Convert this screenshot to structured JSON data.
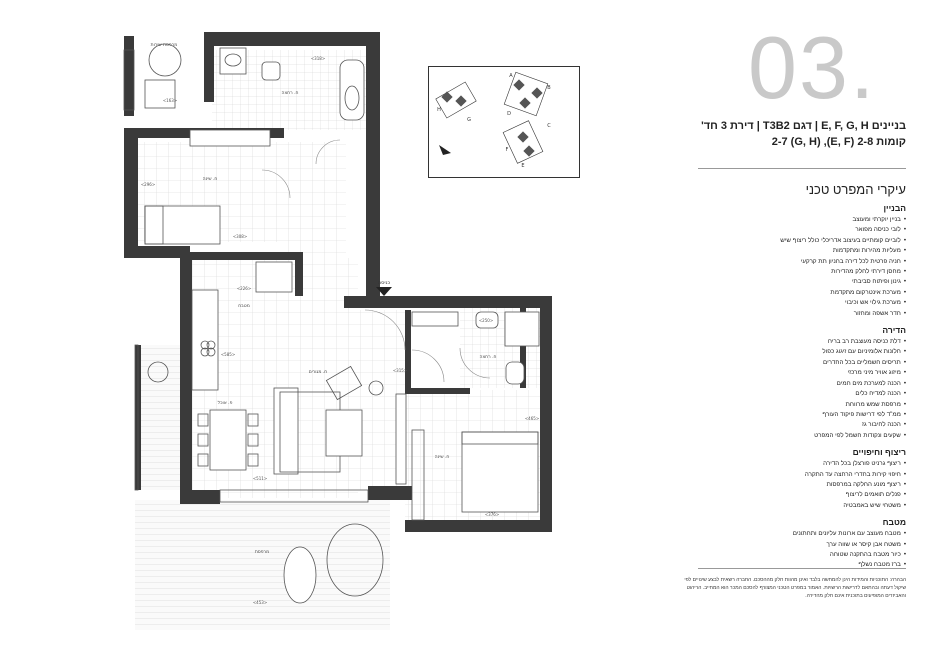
{
  "plan_number": "03.",
  "header": {
    "line1": "בניינים E, F, G, H | דגם T3B2 | דירת 3 חד'",
    "line2": "קומות 2-8 (E, F), 2-7 (G, H)"
  },
  "keymap": {
    "building_labels": [
      "A",
      "B",
      "C",
      "D",
      "E",
      "F",
      "G",
      "H"
    ]
  },
  "plan_labels": {
    "entrance": "כניסה",
    "service_balcony": "מרפסת שירות",
    "bathroom": "ח. רחצה",
    "bedroom": "ח. שינה",
    "kitchen": "מטבח",
    "living": "ח. מגורים",
    "dining": "פ. אוכל",
    "parents_bath": "ח. רחצה",
    "master": "ח. שינה",
    "balcony": "מרפסת",
    "dims": [
      "<163>",
      "<318>",
      "<308>",
      "<296>",
      "<226>",
      "<585>",
      "<511>",
      "<453>",
      "<376>",
      "<315>",
      "<465>",
      "<250>"
    ]
  },
  "spec": {
    "title": "עיקרי המפרט טכני",
    "sections": [
      {
        "heading": "הבניין",
        "items": [
          "בניין יוקרתי ומעוצב",
          "לובי כניסה מפואר",
          "לוביים קומתיים בעיצוב אדריכלי כולל ריצוף שיש",
          "מעליות מהירות ומתקדמות",
          "חניה פרטית לכל דירה בחניון תת קרקעי",
          "מחסן דירתי לחלק מהדירות",
          "גינון ופיתוח סביבתי",
          "מערכת אינטרקום מתקדמת",
          "מערכת גילוי אש וכיבוי",
          "חדר אשפה ומחזור"
        ]
      },
      {
        "heading": "הדירה",
        "items": [
          "דלת כניסה מעוצבת רב בריח",
          "חלונות אלומיניום עם זיגוג כפול",
          "תריסים חשמליים בכל החדרים",
          "מיזוג אוויר מיני מרכזי",
          "הכנה למערכת מים חמים",
          "הכנה למדיח כלים",
          "מרפסת שמש מרווחת",
          "ממ\"ד לפי דרישות פיקוד העורף",
          "הכנה לחיבור גז",
          "שקעים ונקודות חשמל לפי המפרט"
        ]
      },
      {
        "heading": "ריצוף וחיפויים",
        "items": [
          "ריצוף גרניט פורצלן בכל הדירה",
          "חיפוי קירות בחדרי הרחצה עד התקרה",
          "ריצוף מונע החלקה במרפסות",
          "פנלים תואמים לריצוף",
          "משטחי שיש באמבטיה"
        ]
      },
      {
        "heading": "מטבח",
        "items": [
          "מטבח מעוצב עם ארונות עליונים ותחתונים",
          "משטח אבן קיסר או שווה ערך",
          "כיור מטבח בהתקנה שטוחה",
          "ברז מטבח נשלף"
        ]
      }
    ]
  },
  "footnote": "הבהרה: התוכניות והמידות הינן להמחשה בלבד ואינן מהוות חלק מההסכם. החברה רשאית לבצע שינויים לפי שיקול דעתה ובהתאם לדרישות הרשויות. האמור במפרט הטכני המצורף להסכם המכר הוא המחייב. הריהוט והאביזרים המופיעים בתוכנית אינם חלק מהדירה."
}
